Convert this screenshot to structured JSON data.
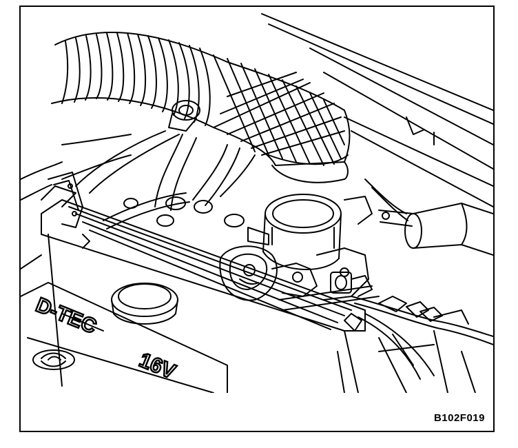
{
  "figure": {
    "id_label": "B102F019",
    "engine_text": "D-TEC",
    "valve_text": "16V",
    "line_color": "#000000",
    "background": "#ffffff"
  }
}
